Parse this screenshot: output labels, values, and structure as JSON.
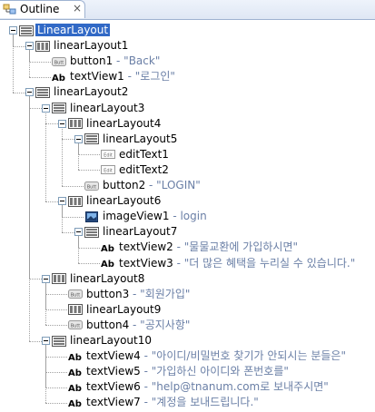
{
  "tab": {
    "title": "Outline",
    "close_glyph": "×",
    "icon": "outline-view-icon"
  },
  "tree": [
    {
      "label": "LinearLayout",
      "value": "",
      "depth": 0,
      "icon": "layout-vertical-icon",
      "expandable": true,
      "selected": true
    },
    {
      "label": "linearLayout1",
      "value": "",
      "depth": 1,
      "icon": "layout-horizontal-icon",
      "expandable": true
    },
    {
      "label": "button1",
      "value": " - \"Back\"",
      "depth": 2,
      "icon": "button-icon",
      "expandable": false
    },
    {
      "label": "textView1",
      "value": " - \"로그인\"",
      "depth": 2,
      "icon": "textview-icon",
      "expandable": false
    },
    {
      "label": "linearLayout2",
      "value": "",
      "depth": 1,
      "icon": "layout-vertical-icon",
      "expandable": true
    },
    {
      "label": "linearLayout3",
      "value": "",
      "depth": 2,
      "icon": "layout-vertical-icon",
      "expandable": true
    },
    {
      "label": "linearLayout4",
      "value": "",
      "depth": 3,
      "icon": "layout-horizontal-icon",
      "expandable": true
    },
    {
      "label": "linearLayout5",
      "value": "",
      "depth": 4,
      "icon": "layout-vertical-icon",
      "expandable": true
    },
    {
      "label": "editText1",
      "value": "",
      "depth": 5,
      "icon": "edittext-icon",
      "expandable": false
    },
    {
      "label": "editText2",
      "value": "",
      "depth": 5,
      "icon": "edittext-icon",
      "expandable": false
    },
    {
      "label": "button2",
      "value": " - \"LOGIN\"",
      "depth": 4,
      "icon": "button-icon",
      "expandable": false
    },
    {
      "label": "linearLayout6",
      "value": "",
      "depth": 3,
      "icon": "layout-horizontal-icon",
      "expandable": true
    },
    {
      "label": "imageView1",
      "value": " - login",
      "depth": 4,
      "icon": "imageview-icon",
      "expandable": false
    },
    {
      "label": "linearLayout7",
      "value": "",
      "depth": 4,
      "icon": "layout-vertical-icon",
      "expandable": true
    },
    {
      "label": "textView2",
      "value": " - \"물물교환에 가입하시면\"",
      "depth": 5,
      "icon": "textview-icon",
      "expandable": false
    },
    {
      "label": "textView3",
      "value": " - \"더 많은 혜택을 누리실 수 있습니다.\"",
      "depth": 5,
      "icon": "textview-icon",
      "expandable": false
    },
    {
      "label": "linearLayout8",
      "value": "",
      "depth": 2,
      "icon": "layout-horizontal-icon",
      "expandable": true
    },
    {
      "label": "button3",
      "value": " - \"회원가입\"",
      "depth": 3,
      "icon": "button-icon",
      "expandable": false
    },
    {
      "label": "linearLayout9",
      "value": "",
      "depth": 3,
      "icon": "layout-horizontal-icon",
      "expandable": false
    },
    {
      "label": "button4",
      "value": " - \"공지사항\"",
      "depth": 3,
      "icon": "button-icon",
      "expandable": false
    },
    {
      "label": "linearLayout10",
      "value": "",
      "depth": 2,
      "icon": "layout-vertical-icon",
      "expandable": true
    },
    {
      "label": "textView4",
      "value": " - \"아이디/비밀번호 찾기가 안되시는 분들은\"",
      "depth": 3,
      "icon": "textview-icon",
      "expandable": false
    },
    {
      "label": "textView5",
      "value": " - \"가입하신 아이디와 폰번호를\"",
      "depth": 3,
      "icon": "textview-icon",
      "expandable": false
    },
    {
      "label": "textView6",
      "value": " - \"help@tnanum.com로 보내주시면\"",
      "depth": 3,
      "icon": "textview-icon",
      "expandable": false
    },
    {
      "label": "textView7",
      "value": " - \"계정을 보내드립니다.\"",
      "depth": 3,
      "icon": "textview-icon",
      "expandable": false
    }
  ]
}
